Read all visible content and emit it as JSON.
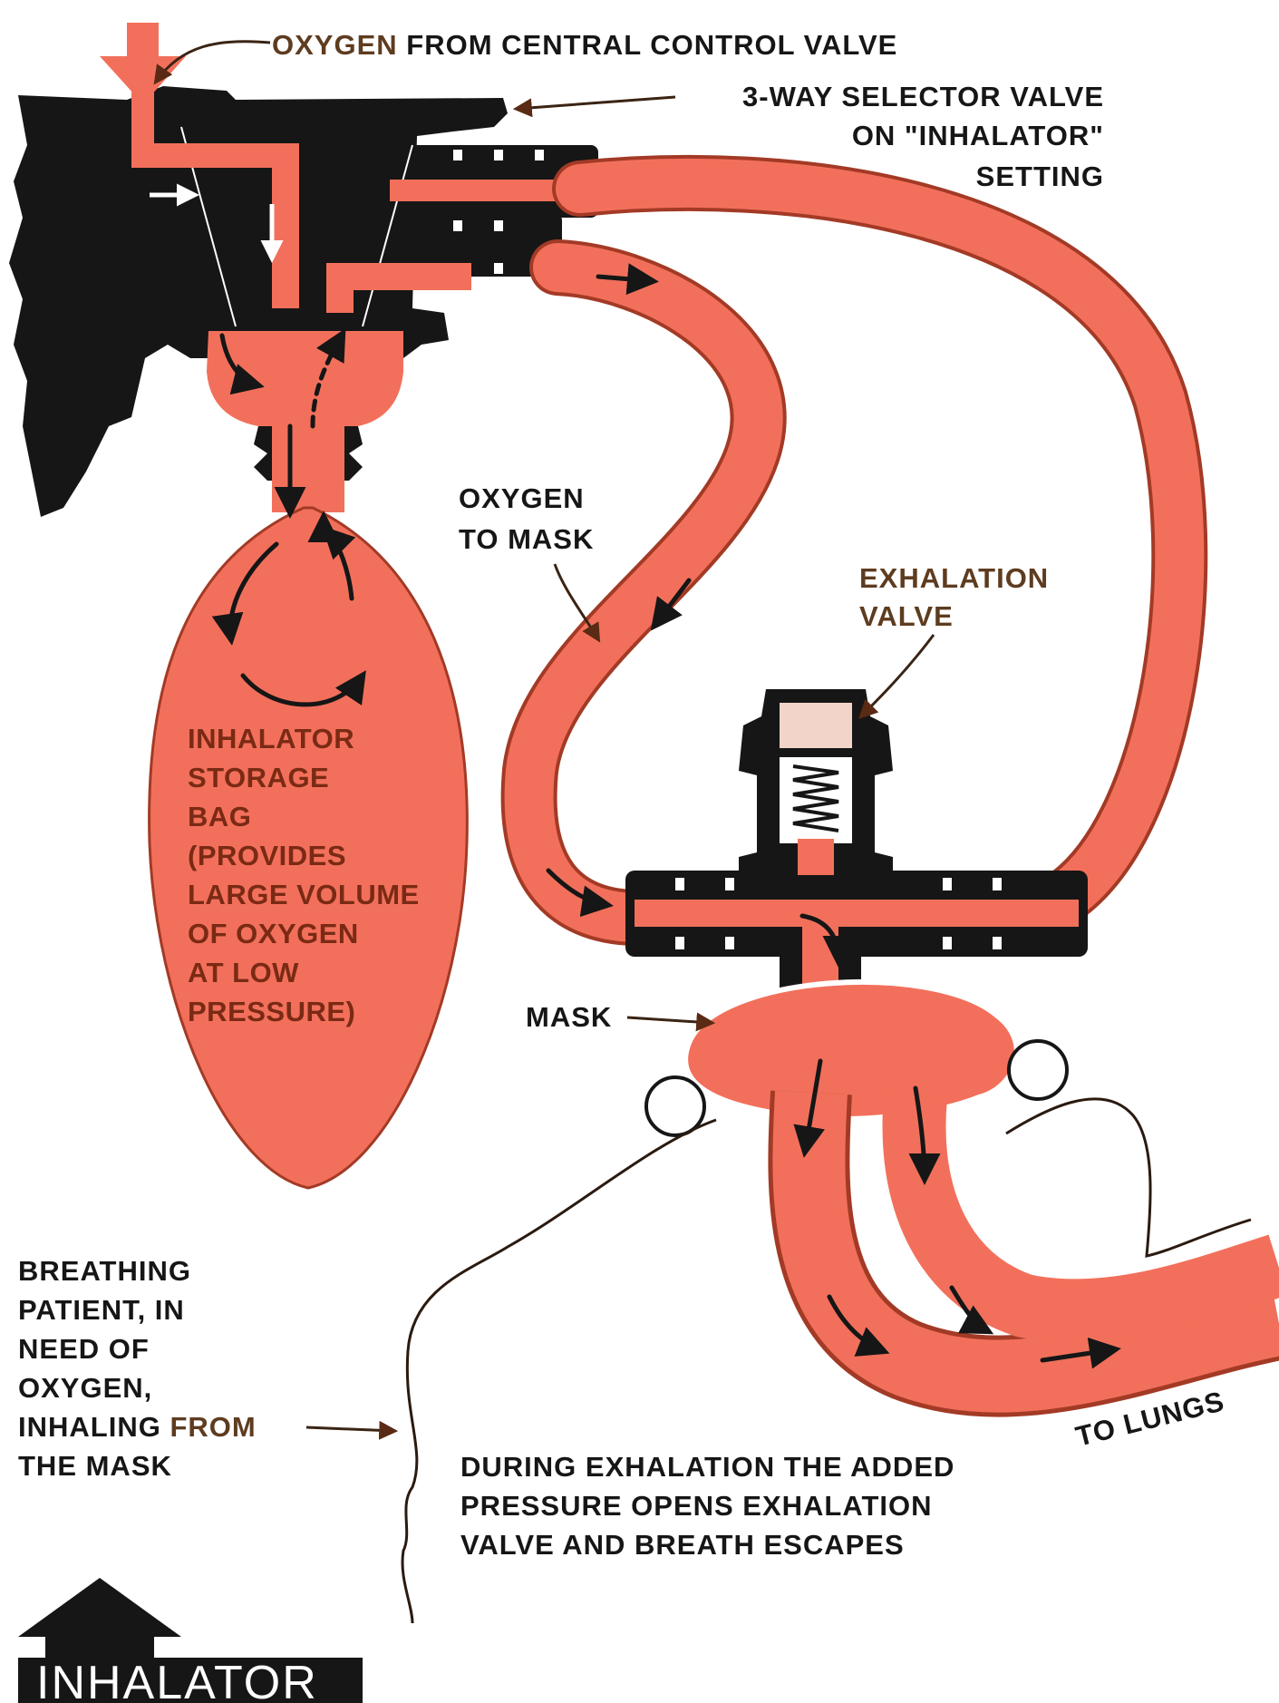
{
  "colors": {
    "oxygen": "#f2705b",
    "oxygen_dark": "#a33a26",
    "metal": "#161616",
    "label_brown": "#5e3c1f",
    "background": "#ffffff"
  },
  "labels": {
    "central_valve": {
      "prefix": "OXYGEN",
      "rest": " FROM CENTRAL CONTROL VALVE"
    },
    "selector_valve": [
      "3-WAY SELECTOR VALVE",
      "ON \"INHALATOR\"",
      "SETTING"
    ],
    "oxygen_to_mask": [
      "OXYGEN",
      "TO MASK"
    ],
    "exhalation_valve": [
      "EXHALATION",
      "VALVE"
    ],
    "storage_bag": [
      "INHALATOR",
      "STORAGE",
      "BAG",
      "(PROVIDES",
      "LARGE VOLUME",
      "OF OXYGEN",
      "AT LOW",
      "PRESSURE)"
    ],
    "mask": "MASK",
    "patient": {
      "lines": [
        "BREATHING",
        "PATIENT, IN",
        "NEED OF",
        "OXYGEN,"
      ],
      "inhaling": "INHALING",
      "from": " FROM",
      "last": "THE MASK"
    },
    "to_lungs": "TO LUNGS",
    "exhalation_note": [
      "DURING EXHALATION THE ADDED",
      "PRESSURE OPENS EXHALATION",
      "VALVE AND BREATH ESCAPES"
    ],
    "mode_title": "INHALATOR"
  }
}
